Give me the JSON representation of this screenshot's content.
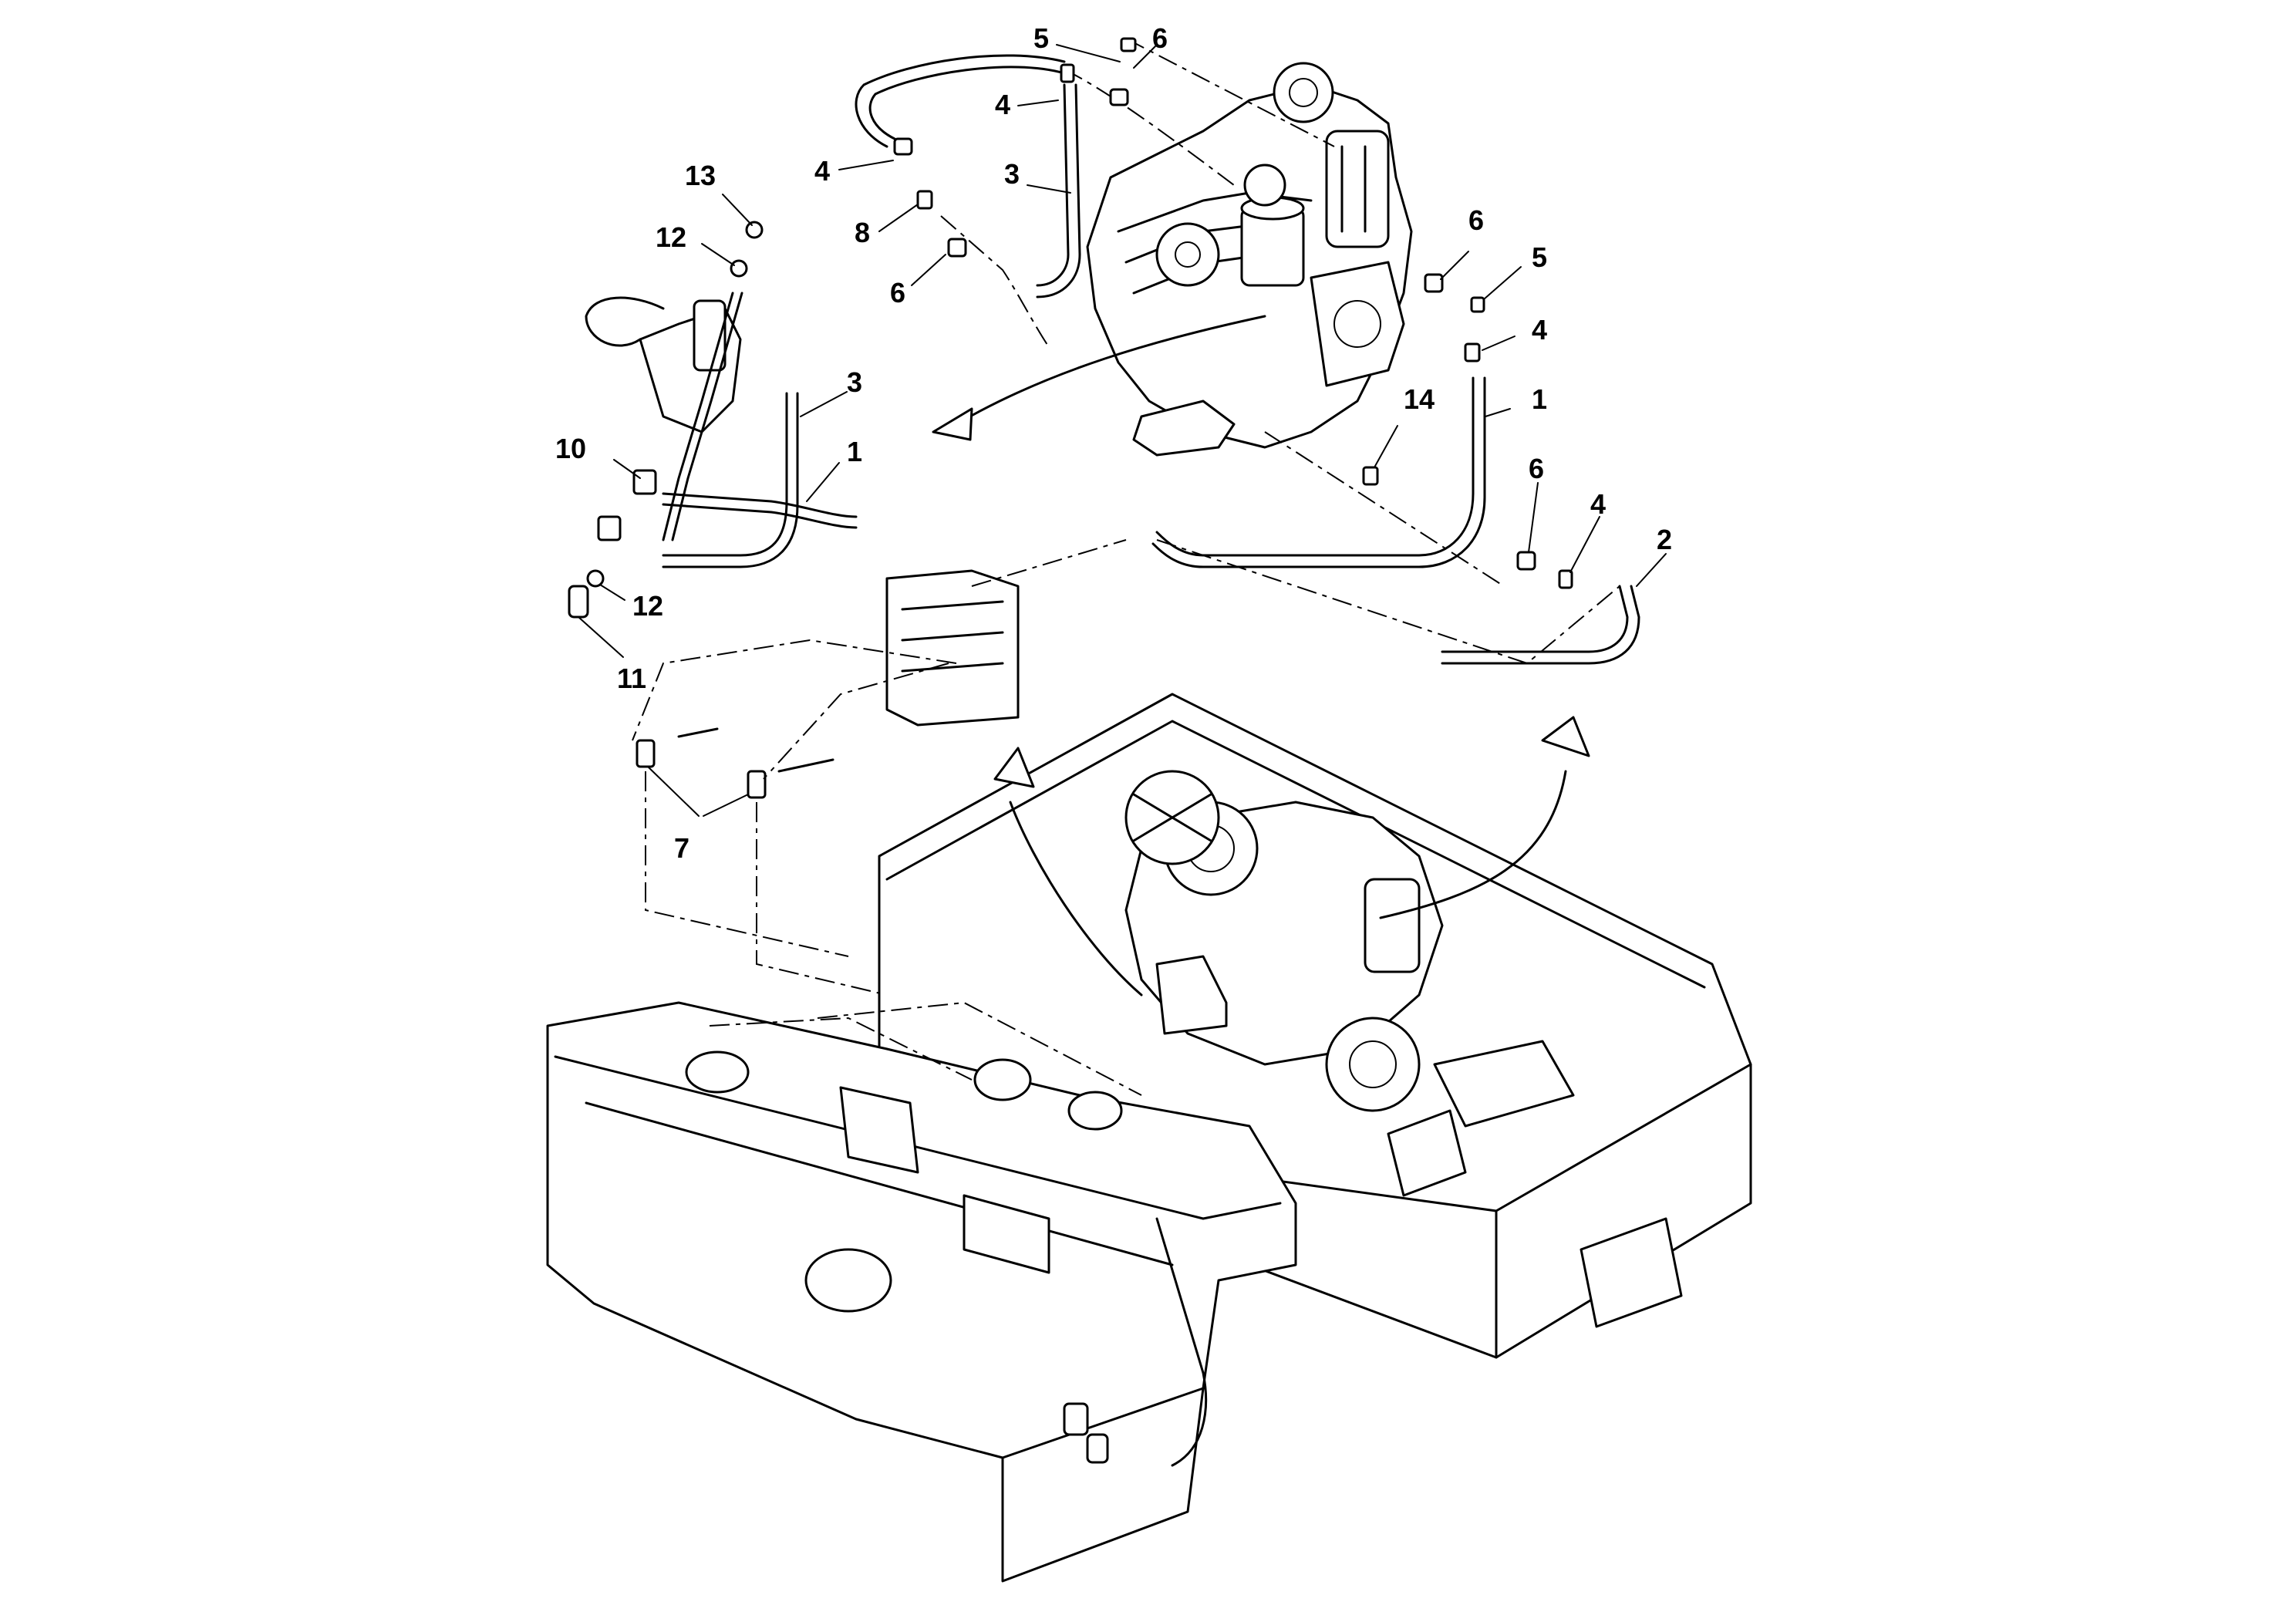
{
  "colors": {
    "line": "#000000",
    "background": "#ffffff"
  },
  "callouts": [
    {
      "label": "5"
    },
    {
      "label": "6"
    },
    {
      "label": "4"
    },
    {
      "label": "4"
    },
    {
      "label": "3"
    },
    {
      "label": "8"
    },
    {
      "label": "6"
    },
    {
      "label": "13"
    },
    {
      "label": "12"
    },
    {
      "label": "6"
    },
    {
      "label": "5"
    },
    {
      "label": "4"
    },
    {
      "label": "3"
    },
    {
      "label": "1"
    },
    {
      "label": "14"
    },
    {
      "label": "1"
    },
    {
      "label": "10"
    },
    {
      "label": "6"
    },
    {
      "label": "4"
    },
    {
      "label": "2"
    },
    {
      "label": "12"
    },
    {
      "label": "11"
    },
    {
      "label": "7"
    }
  ]
}
